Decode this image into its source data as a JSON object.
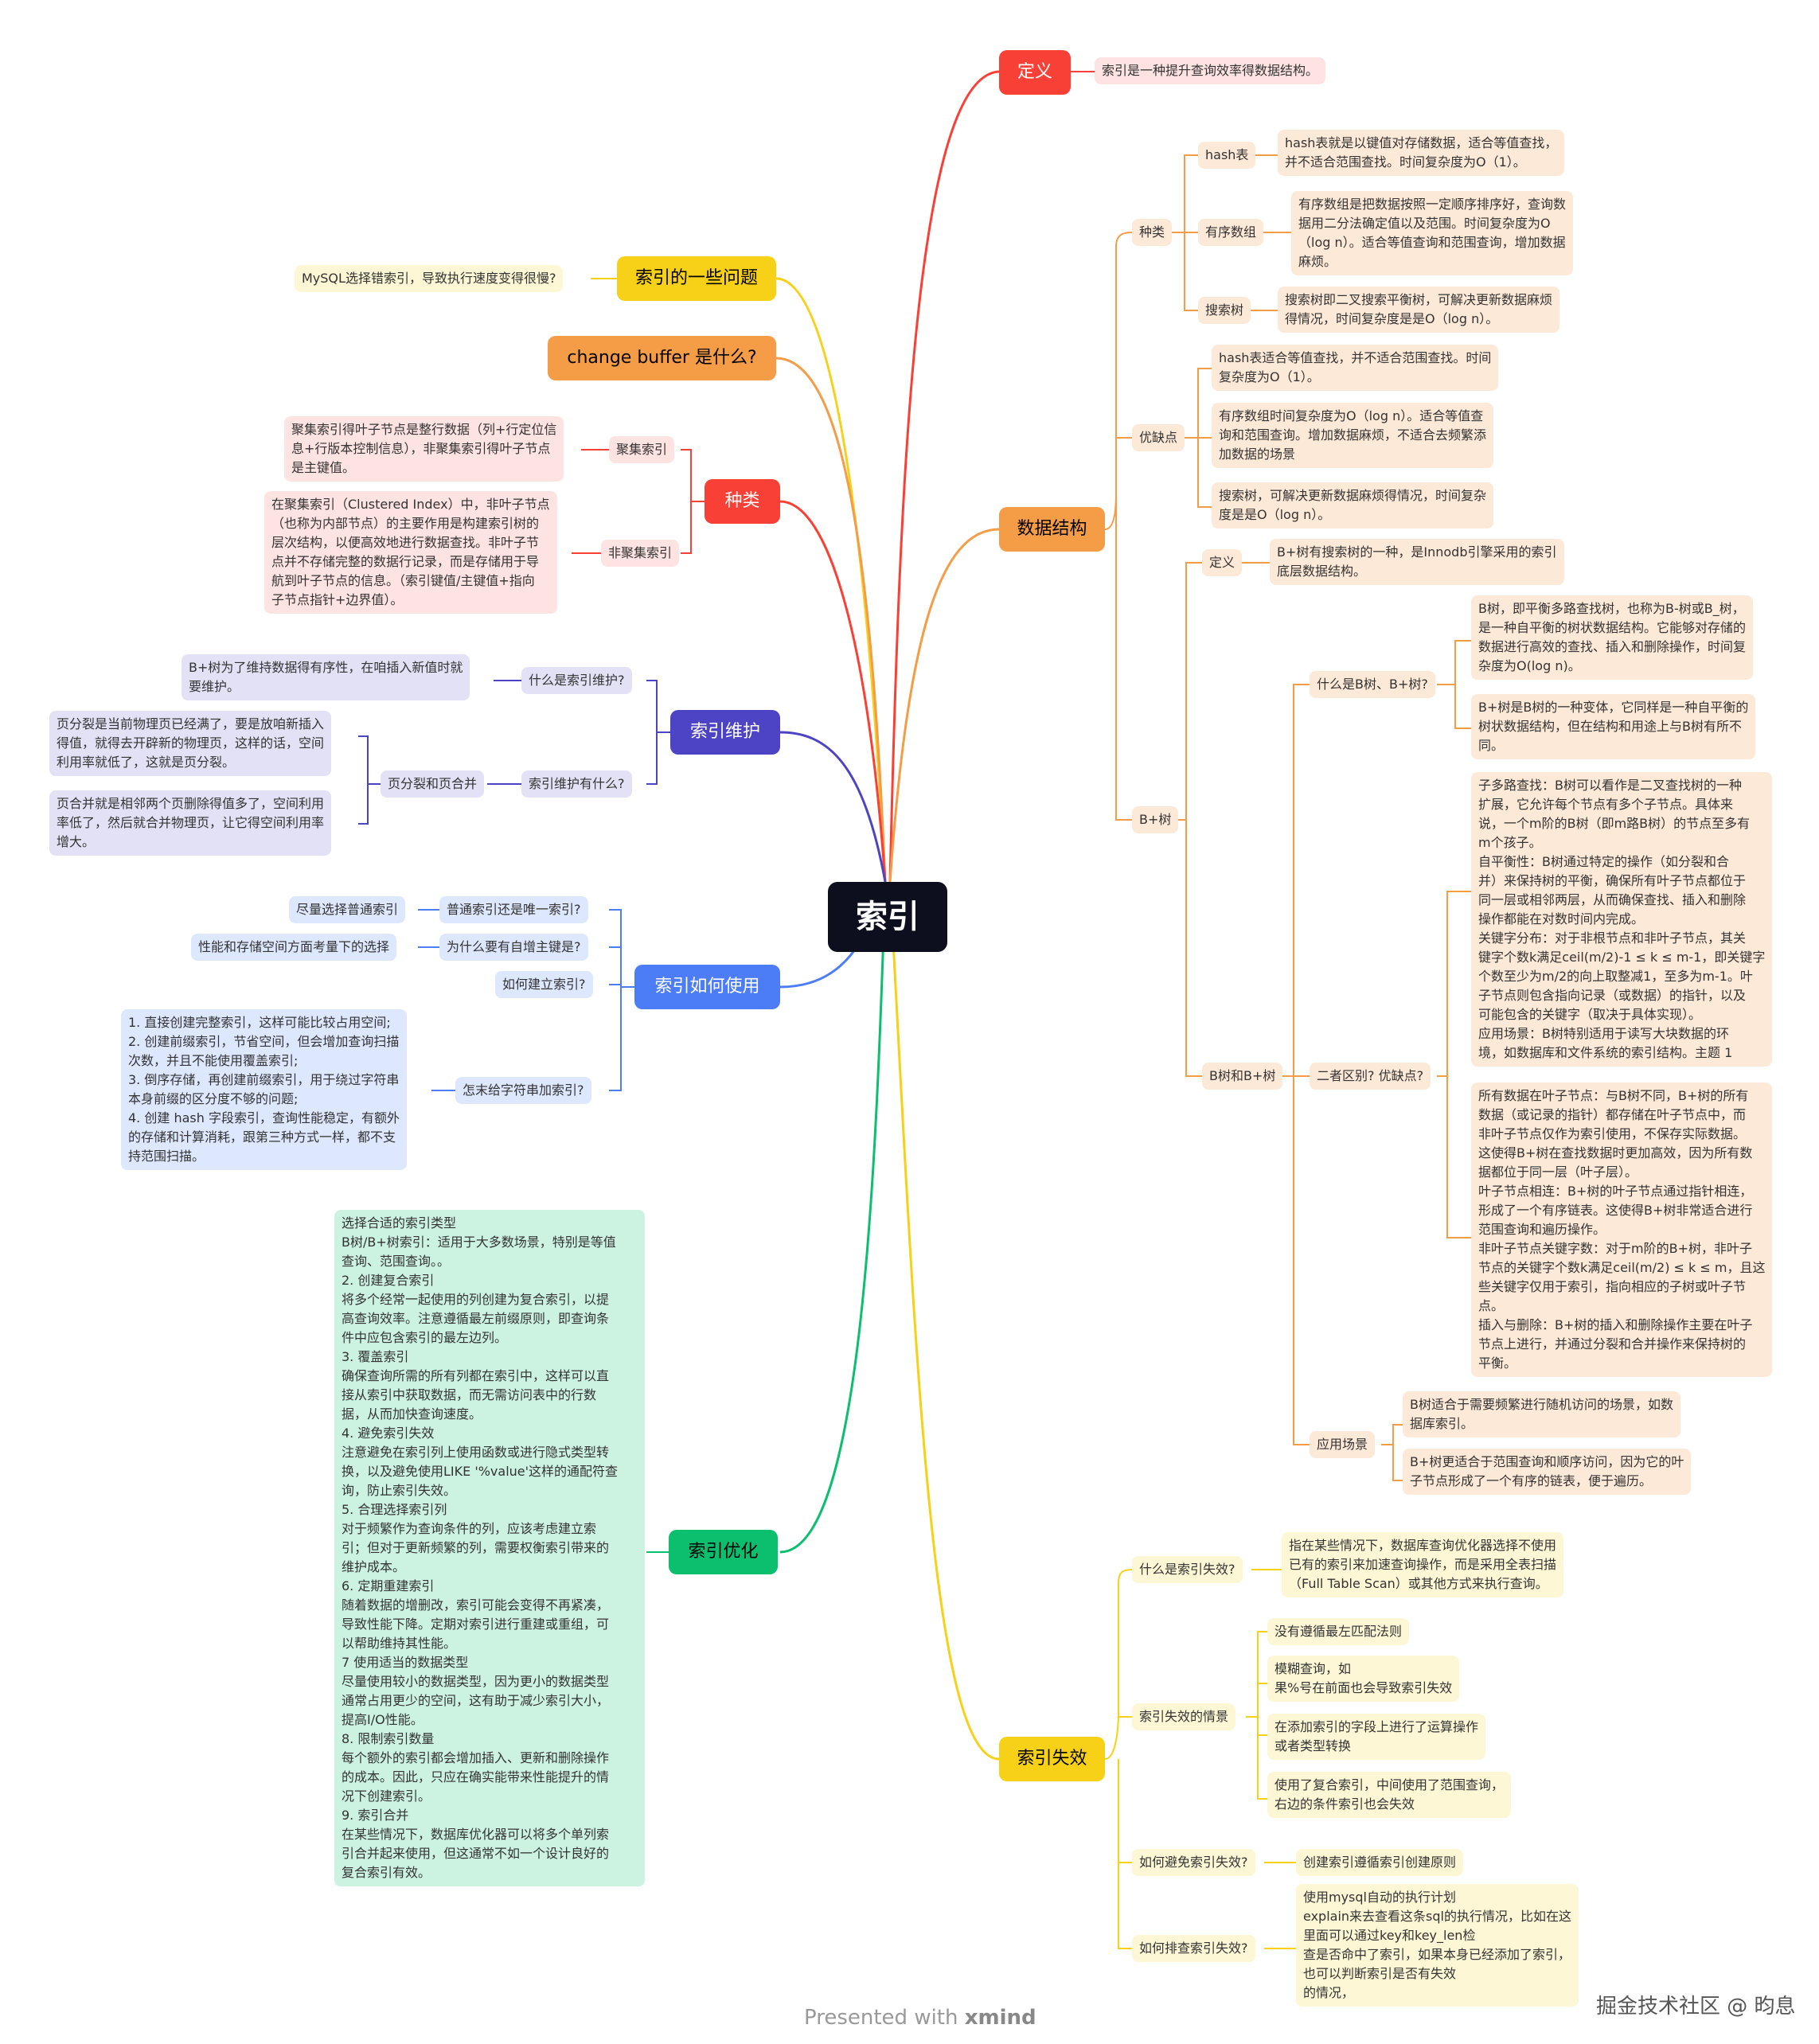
{
  "root": "索引",
  "definition": {
    "label": "定义",
    "text": "索引是一种提升查询效率得数据结构。"
  },
  "data_structure": {
    "label": "数据结构",
    "kinds": {
      "label": "种类",
      "hash": {
        "label": "hash表",
        "text": "hash表就是以键值对存储数据，适合等值查找，\n并不适合范围查找。时间复杂度为O（1）。"
      },
      "ordered": {
        "label": "有序数组",
        "text": "有序数组是把数据按照一定顺序排序好，查询数\n据用二分法确定值以及范围。时间复杂度为O\n（log n）。适合等值查询和范围查询，增加数据\n麻烦。"
      },
      "search_tree": {
        "label": "搜索树",
        "text": "搜索树即二叉搜索平衡树，可解决更新数据麻烦\n得情况，时间复杂度是是O（log n）。"
      }
    },
    "pros": {
      "label": "优缺点",
      "items": [
        "hash表适合等值查找，并不适合范围查找。时间\n复杂度为O（1）。",
        "有序数组时间复杂度为O（log n）。适合等值查\n询和范围查询。增加数据麻烦，不适合去频繁添\n加数据的场景",
        "搜索树，可解决更新数据麻烦得情况，时间复杂\n度是是O（log n）。"
      ]
    },
    "bplus": {
      "label": "B+树",
      "def": {
        "label": "定义",
        "text": "B+树有搜索树的一种，是Innodb引擎采用的索引\n底层数据结构。"
      },
      "btree": {
        "label": "B树和B+树",
        "what": {
          "label": "什么是B树、B+树?",
          "items": [
            "B树，即平衡多路查找树，也称为B-树或B_树，\n是一种自平衡的树状数据结构。它能够对存储的\n数据进行高效的查找、插入和删除操作，时间复\n杂度为O(log n)。",
            "B+树是B树的一种变体，它同样是一种自平衡的\n树状数据结构，但在结构和用途上与B树有所不\n同。"
          ]
        },
        "diff": {
          "label": "二者区别? 优缺点?",
          "items": [
            "子多路查找：B树可以看作是二叉查找树的一种\n扩展，它允许每个节点有多个子节点。具体来\n说，一个m阶的B树（即m路B树）的节点至多有\nm个孩子。\n自平衡性：B树通过特定的操作（如分裂和合\n并）来保持树的平衡，确保所有叶子节点都位于\n同一层或相邻两层，从而确保查找、插入和删除\n操作都能在对数时间内完成。\n关键字分布：对于非根节点和非叶子节点，其关\n键字个数k满足ceil(m/2)-1 ≤ k ≤ m-1，即关键字\n个数至少为m/2的向上取整减1，至多为m-1。叶\n子节点则包含指向记录（或数据）的指针，以及\n可能包含的关键字（取决于具体实现）。\n应用场景：B树特别适用于读写大块数据的环\n境，如数据库和文件系统的索引结构。主题 1",
            "所有数据在叶子节点：与B树不同，B+树的所有\n数据（或记录的指针）都存储在叶子节点中，而\n非叶子节点仅作为索引使用，不保存实际数据。\n这使得B+树在查找数据时更加高效，因为所有数\n据都位于同一层（叶子层）。\n叶子节点相连：B+树的叶子节点通过指针相连，\n形成了一个有序链表。这使得B+树非常适合进行\n范围查询和遍历操作。\n非叶子节点关键字数：对于m阶的B+树，非叶子\n节点的关键字个数k满足ceil(m/2) ≤ k ≤ m，且这\n些关键字仅用于索引，指向相应的子树或叶子节\n点。\n插入与删除：B+树的插入和删除操作主要在叶子\n节点上进行，并通过分裂和合并操作来保持树的\n平衡。"
          ]
        },
        "usage": {
          "label": "应用场景",
          "items": [
            "B树适合于需要频繁进行随机访问的场景，如数\n据库索引。",
            "B+树更适合于范围查询和顺序访问，因为它的叶\n子节点形成了一个有序的链表，便于遍历。"
          ]
        }
      }
    }
  },
  "invalid": {
    "label": "索引失效",
    "what": {
      "label": "什么是索引失效?",
      "text": "指在某些情况下，数据库查询优化器选择不使用\n已有的索引来加速查询操作，而是采用全表扫描\n（Full Table Scan）或其他方式来执行查询。"
    },
    "cases": {
      "label": "索引失效的情景",
      "items": [
        "没有遵循最左匹配法则",
        "模糊查询，如\n果%号在前面也会导致索引失效",
        "在添加索引的字段上进行了运算操作\n或者类型转换",
        "使用了复合索引，中间使用了范围查询，\n右边的条件索引也会失效"
      ]
    },
    "avoid": {
      "label": "如何避免索引失效?",
      "text": "创建索引遵循索引创建原则"
    },
    "check": {
      "label": "如何排查索引失效?",
      "text": "使用mysql自动的执行计划\nexplain来去查看这条sql的执行情况，比如在这\n里面可以通过key和key_len检\n查是否命中了索引，如果本身已经添加了索引，\n也可以判断索引是否有失效\n的情况，"
    }
  },
  "problems": {
    "label": "索引的一些问题",
    "text": "MySQL选择错索引，导致执行速度变得很慢?"
  },
  "change_buffer": {
    "label": "change buffer 是什么?"
  },
  "kinds": {
    "label": "种类",
    "clustered": {
      "label": "聚集索引",
      "text": "聚集索引得叶子节点是整行数据（列+行定位信\n息+行版本控制信息），非聚集索引得叶子节点\n是主键值。"
    },
    "nonclustered": {
      "label": "非聚集索引",
      "text": "在聚集索引（Clustered Index）中，非叶子节点\n（也称为内部节点）的主要作用是构建索引树的\n层次结构，以便高效地进行数据查找。非叶子节\n点并不存储完整的数据行记录，而是存储用于导\n航到叶子节点的信息。（索引键值/主键值+指向\n子节点指针+边界值）。"
    }
  },
  "maintain": {
    "label": "索引维护",
    "what": {
      "label": "什么是索引维护?",
      "text": "B+树为了维持数据得有序性，在咱插入新值时就\n要维护。"
    },
    "which": {
      "label": "索引维护有什么?",
      "split": {
        "label": "页分裂和页合并",
        "items": [
          "页分裂是当前物理页已经满了，要是放咱新插入\n得值，就得去开辟新的物理页，这样的话，空间\n利用率就低了，这就是页分裂。",
          "页合并就是相邻两个页删除得值多了，空间利用\n率低了，然后就合并物理页，让它得空间利用率\n增大。"
        ]
      }
    }
  },
  "usage": {
    "label": "索引如何使用",
    "q1": {
      "label": "普通索引还是唯一索引?",
      "text": "尽量选择普通索引"
    },
    "q2": {
      "label": "为什么要有自增主键是?",
      "text": "性能和存储空间方面考量下的选择"
    },
    "q3": {
      "label": "如何建立索引?"
    },
    "q4": {
      "label": "怎末给字符串加索引?",
      "text": "1. 直接创建完整索引，这样可能比较占用空间;\n2. 创建前缀索引，节省空间，但会增加查询扫描\n次数，并且不能使用覆盖索引;\n3. 倒序存储，再创建前缀索引，用于绕过字符串\n本身前缀的区分度不够的问题;\n4. 创建 hash 字段索引，查询性能稳定，有额外\n的存储和计算消耗，跟第三种方式一样，都不支\n持范围扫描。"
    }
  },
  "optimize": {
    "label": "索引优化",
    "text": " 选择合适的索引类型\nB树/B+树索引：适用于大多数场景，特别是等值\n查询、范围查询。。\n2. 创建复合索引\n将多个经常一起使用的列创建为复合索引，以提\n高查询效率。注意遵循最左前缀原则，即查询条\n件中应包含索引的最左边列。\n3. 覆盖索引\n确保查询所需的所有列都在索引中，这样可以直\n接从索引中获取数据，而无需访问表中的行数\n据，从而加快查询速度。\n4. 避免索引失效\n注意避免在索引列上使用函数或进行隐式类型转\n换，以及避免使用LIKE '%value'这样的通配符查\n询，防止索引失效。\n5. 合理选择索引列\n对于频繁作为查询条件的列，应该考虑建立索\n引；但对于更新频繁的列，需要权衡索引带来的\n维护成本。\n6. 定期重建索引\n随着数据的增删改，索引可能会变得不再紧凑，\n导致性能下降。定期对索引进行重建或重组，可\n以帮助维持其性能。\n7 使用适当的数据类型\n尽量使用较小的数据类型，因为更小的数据类型\n通常占用更少的空间，这有助于减少索引大小，\n提高I/O性能。\n8. 限制索引数量\n每个额外的索引都会增加插入、更新和删除操作\n的成本。因此，只应在确实能带来性能提升的情\n况下创建索引。\n9. 索引合并\n在某些情况下，数据库优化器可以将多个单列索\n引合并起来使用，但这通常不如一个设计良好的\n复合索引有效。"
  },
  "footer": {
    "presented": "Presented with",
    "brand": "xmind",
    "watermark": "掘金技术社区 @ 昀息"
  },
  "colors": {
    "red": "#f94036",
    "orange": "#f59c46",
    "yellow": "#f6d118",
    "purple": "#4c44c4",
    "blue": "#4d7df6",
    "green": "#0cbf6f"
  }
}
